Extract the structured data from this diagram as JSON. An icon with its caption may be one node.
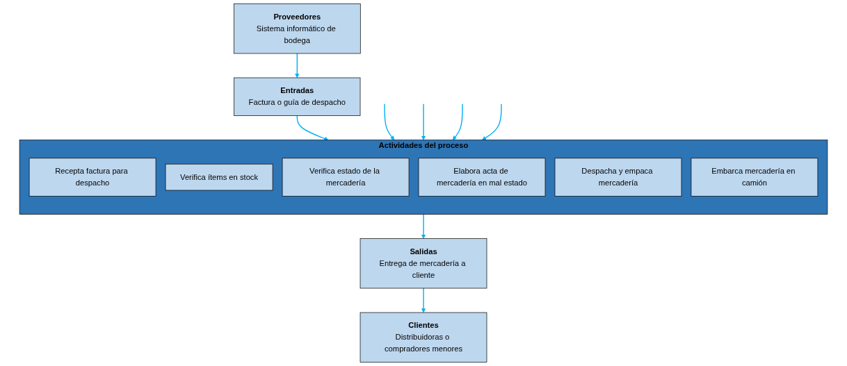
{
  "diagram": {
    "nodes": [
      {
        "text": [
          "Proveedores",
          "Sistema informático de bodega"
        ]
      },
      {
        "text": [
          "Entradas",
          "Factura o guía de despacho"
        ]
      },
      {
        "text": [
          "Actividades del proceso"
        ]
      },
      {
        "text": [
          "Recepta factura para despacho"
        ],
        "in": 2
      },
      {
        "text": [
          "Verifica ítems en stock"
        ],
        "in": 2
      },
      {
        "text": [
          "Verifica estado de la mercadería"
        ],
        "in": 2
      },
      {
        "text": [
          "Elabora acta de mercadería en mal estado"
        ],
        "in": 2
      },
      {
        "text": [
          "Despacha y empaca mercadería"
        ],
        "in": 2
      },
      {
        "text": [
          "Embarca mercadería en camión"
        ],
        "in": 2
      },
      {
        "text": [
          "Salidas",
          "Entrega de mercadería a cliente"
        ]
      },
      {
        "text": [
          "Clientes",
          "Distribuidoras o compradores menores"
        ]
      }
    ],
    "edges": [
      {
        "from": 0,
        "to": 1,
        "arrow": "to"
      },
      {
        "from": 1,
        "to": 2,
        "arrow": "to"
      },
      {
        "from": null,
        "to": 2,
        "arrow": "to"
      },
      {
        "from": null,
        "to": 2,
        "arrow": "to"
      },
      {
        "from": null,
        "to": 2,
        "arrow": "to"
      },
      {
        "from": null,
        "to": 2,
        "arrow": "to"
      },
      {
        "from": 2,
        "to": 9,
        "arrow": "to"
      },
      {
        "from": 9,
        "to": 10,
        "arrow": "to"
      }
    ]
  }
}
